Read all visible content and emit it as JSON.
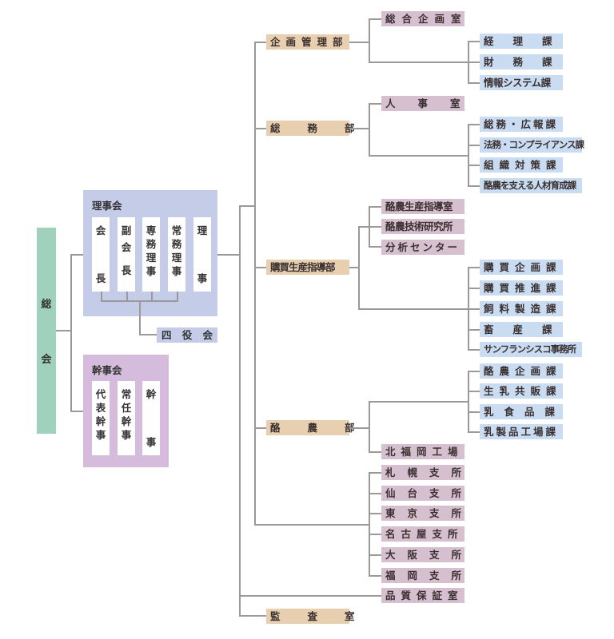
{
  "general_assembly": {
    "label": [
      "総",
      "会"
    ]
  },
  "board": {
    "title": "理事会",
    "members": [
      {
        "chars": [
          "会",
          "",
          "長"
        ]
      },
      {
        "chars": [
          "副",
          "会",
          "長"
        ]
      },
      {
        "chars": [
          "専",
          "務",
          "理",
          "事"
        ]
      },
      {
        "chars": [
          "常",
          "務",
          "理",
          "事"
        ]
      },
      {
        "chars": [
          "理",
          "",
          "事"
        ]
      }
    ],
    "sub": [
      "四",
      "役",
      "会"
    ]
  },
  "auditors": {
    "title": "幹事会",
    "members": [
      {
        "chars": [
          "代",
          "表",
          "幹",
          "事"
        ]
      },
      {
        "chars": [
          "常",
          "任",
          "幹",
          "事"
        ]
      },
      {
        "chars": [
          "幹",
          "",
          "",
          "事"
        ]
      }
    ]
  },
  "departments": [
    {
      "name": "企画管理部",
      "offices": [
        "総合企画室"
      ],
      "sections": [
        "経理課",
        "財務課",
        "情報システム課"
      ]
    },
    {
      "name": "総務部",
      "offices": [
        "人事室"
      ],
      "sections": [
        "総務・広報課",
        "法務・コンプライアンス課",
        "組織対策課",
        "酪農を支える人材育成課"
      ]
    },
    {
      "name": "購買生産指導部",
      "offices": [
        "酪農生産指導室",
        "酪農技術研究所",
        "分析センター"
      ],
      "sections": [
        "購買企画課",
        "購買推進課",
        "飼料製造課",
        "畜産課",
        "サンフランシスコ事務所"
      ]
    },
    {
      "name": "酪農部",
      "offices": [
        "北福岡工場"
      ],
      "sections": [
        "酪農企画課",
        "生乳共販課",
        "乳食品課",
        "乳製品工場課"
      ]
    },
    {
      "name": "監査室"
    }
  ],
  "branches": [
    "札幌支所",
    "仙台支所",
    "東京支所",
    "名古屋支所",
    "大阪支所",
    "福岡支所"
  ],
  "quality_office": "品質保証室",
  "colors": {
    "general_assembly": "#9fd1bd",
    "board": "#c4cce8",
    "auditors": "#d5bcdc",
    "department": "#e8cfb0",
    "office": "#d6bfcf",
    "section": "#c9dcf2",
    "connector": "#9a9a9a"
  }
}
